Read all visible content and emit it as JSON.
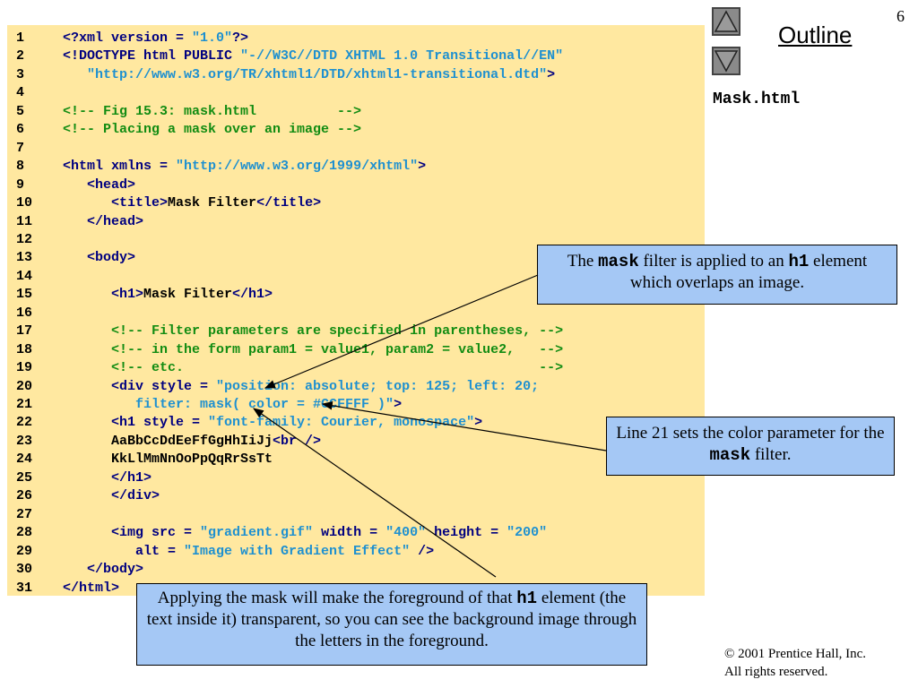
{
  "slide": {
    "number": "6",
    "outline_label": "Outline",
    "file_name": "Mask.html"
  },
  "nav": {
    "up_icon": "triangle-up",
    "down_icon": "triangle-down"
  },
  "code_lines": [
    [
      {
        "k": "t",
        "v": "<?xml version = "
      },
      {
        "k": "s",
        "v": "\"1.0\""
      },
      {
        "k": "t",
        "v": "?>"
      }
    ],
    [
      {
        "k": "t",
        "v": "<!DOCTYPE html PUBLIC "
      },
      {
        "k": "s",
        "v": "\"-//W3C//DTD XHTML 1.0 Transitional//EN\""
      }
    ],
    [
      {
        "k": "s",
        "v": "   \"http://www.w3.org/TR/xhtml1/DTD/xhtml1-transitional.dtd\""
      },
      {
        "k": "t",
        "v": ">"
      }
    ],
    [],
    [
      {
        "k": "c",
        "v": "<!-- Fig 15.3: mask.html          -->"
      }
    ],
    [
      {
        "k": "c",
        "v": "<!-- Placing a mask over an image -->"
      }
    ],
    [],
    [
      {
        "k": "t",
        "v": "<html xmlns = "
      },
      {
        "k": "s",
        "v": "\"http://www.w3.org/1999/xhtml\""
      },
      {
        "k": "t",
        "v": ">"
      }
    ],
    [
      {
        "k": "t",
        "v": "   <head>"
      }
    ],
    [
      {
        "k": "t",
        "v": "      <title>"
      },
      {
        "k": "x",
        "v": "Mask Filter"
      },
      {
        "k": "t",
        "v": "</title>"
      }
    ],
    [
      {
        "k": "t",
        "v": "   </head>"
      }
    ],
    [],
    [
      {
        "k": "t",
        "v": "   <body>"
      }
    ],
    [],
    [
      {
        "k": "t",
        "v": "      <h1>"
      },
      {
        "k": "x",
        "v": "Mask Filter"
      },
      {
        "k": "t",
        "v": "</h1>"
      }
    ],
    [],
    [
      {
        "k": "c",
        "v": "      <!-- Filter parameters are specified in parentheses, -->"
      }
    ],
    [
      {
        "k": "c",
        "v": "      <!-- in the form param1 = value1, param2 = value2,   -->"
      }
    ],
    [
      {
        "k": "c",
        "v": "      <!-- etc.                                            -->"
      }
    ],
    [
      {
        "k": "t",
        "v": "      <div style = "
      },
      {
        "k": "s",
        "v": "\"position: absolute; top: 125; left: 20;"
      }
    ],
    [
      {
        "k": "s",
        "v": "         filter: mask( color = #CCFFFF )\""
      },
      {
        "k": "t",
        "v": ">"
      }
    ],
    [
      {
        "k": "t",
        "v": "      <h1 style = "
      },
      {
        "k": "s",
        "v": "\"font-family: Courier, monospace\""
      },
      {
        "k": "t",
        "v": ">"
      }
    ],
    [
      {
        "k": "x",
        "v": "      AaBbCcDdEeFfGgHhIiJj"
      },
      {
        "k": "t",
        "v": "<br />"
      }
    ],
    [
      {
        "k": "x",
        "v": "      KkLlMmNnOoPpQqRrSsTt"
      }
    ],
    [
      {
        "k": "t",
        "v": "      </h1>"
      }
    ],
    [
      {
        "k": "t",
        "v": "      </div>"
      }
    ],
    [],
    [
      {
        "k": "t",
        "v": "      <img src = "
      },
      {
        "k": "s",
        "v": "\"gradient.gif\""
      },
      {
        "k": "t",
        "v": " width = "
      },
      {
        "k": "s",
        "v": "\"400\""
      },
      {
        "k": "t",
        "v": " height = "
      },
      {
        "k": "s",
        "v": "\"200\""
      }
    ],
    [
      {
        "k": "t",
        "v": "         alt = "
      },
      {
        "k": "s",
        "v": "\"Image with Gradient Effect\""
      },
      {
        "k": "t",
        "v": " />"
      }
    ],
    [
      {
        "k": "t",
        "v": "   </body>"
      }
    ],
    [
      {
        "k": "t",
        "v": "</html>"
      }
    ]
  ],
  "callouts": {
    "mask_filter": [
      {
        "text": "The "
      },
      {
        "code": "mask"
      },
      {
        "text": " filter is applied to an "
      },
      {
        "code": "h1"
      },
      {
        "text": " element which overlaps an image."
      }
    ],
    "line21": [
      {
        "text": "Line 21 sets the color parameter for the "
      },
      {
        "code": "mask"
      },
      {
        "text": " filter."
      }
    ],
    "applying": [
      {
        "text": "Applying the mask will make the foreground of that "
      },
      {
        "code": "h1"
      },
      {
        "text": " element (the text inside it)  transparent, so you can see the background image through the letters in the foreground."
      }
    ]
  },
  "copyright": {
    "line1": "© 2001 Prentice Hall, Inc.",
    "line2": "All rights reserved."
  }
}
